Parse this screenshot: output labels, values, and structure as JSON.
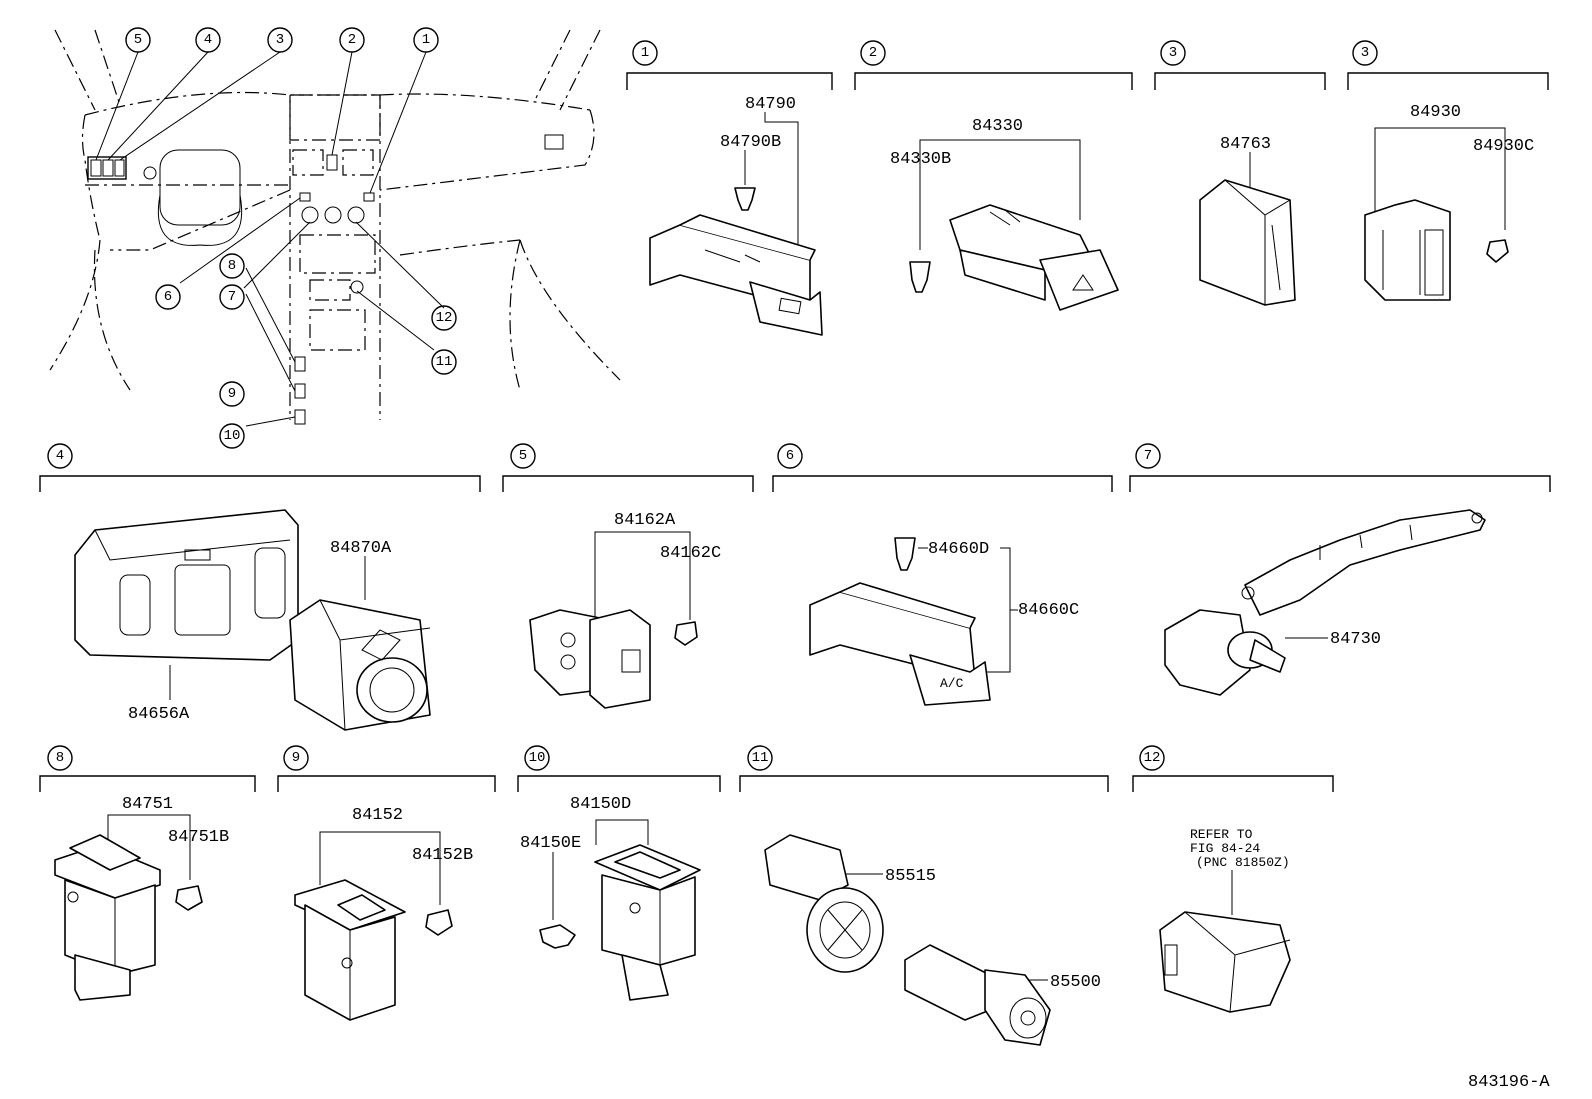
{
  "circled_numbers": {
    "n1": "1",
    "n2": "2",
    "n3": "3",
    "n4": "4",
    "n5": "5",
    "n6": "6",
    "n7": "7",
    "n8": "8",
    "n9": "9",
    "n10": "10",
    "n11": "11",
    "n12": "12"
  },
  "groups": {
    "g1": {
      "num": "1",
      "parts": [
        "84790",
        "84790B"
      ]
    },
    "g2": {
      "num": "2",
      "parts": [
        "84330",
        "84330B"
      ]
    },
    "g3a": {
      "num": "3",
      "parts": [
        "84763"
      ]
    },
    "g3b": {
      "num": "3",
      "parts": [
        "84930",
        "84930C"
      ]
    },
    "g4": {
      "num": "4",
      "parts": [
        "84870A",
        "84656A"
      ]
    },
    "g5": {
      "num": "5",
      "parts": [
        "84162A",
        "84162C"
      ]
    },
    "g6": {
      "num": "6",
      "parts": [
        "84660D",
        "84660C"
      ]
    },
    "g7": {
      "num": "7",
      "parts": [
        "84730"
      ]
    },
    "g8": {
      "num": "8",
      "parts": [
        "84751",
        "84751B"
      ]
    },
    "g9": {
      "num": "9",
      "parts": [
        "84152",
        "84152B"
      ]
    },
    "g10": {
      "num": "10",
      "parts": [
        "84150D",
        "84150E"
      ]
    },
    "g11": {
      "num": "11",
      "parts": [
        "85515",
        "85500"
      ]
    },
    "g12": {
      "num": "12",
      "note": [
        "REFER TO",
        "FIG 84-24",
        "(PNC 81850Z)"
      ]
    }
  },
  "switch_markings": {
    "ac": "A/C"
  },
  "figure_id": "843196-A"
}
